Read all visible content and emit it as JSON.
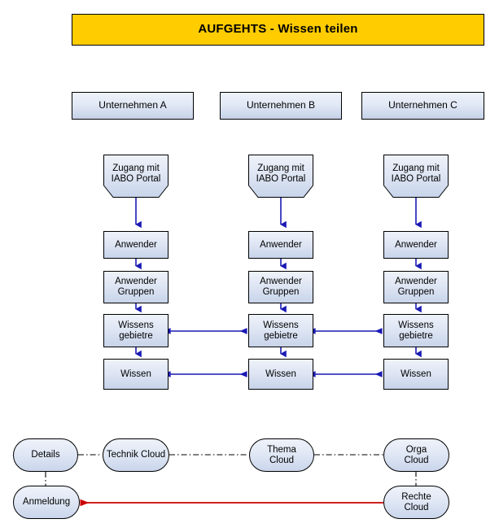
{
  "title": {
    "text": "AUFGEHTS - Wissen teilen",
    "background": "#FFCC00",
    "border": "#000000",
    "text_color": "#000000"
  },
  "colors": {
    "node_fill_light": "#EEF2FA",
    "node_fill_dark": "#C8D4EA",
    "node_border": "#000000",
    "flow_arrow": "#1A1AB4",
    "share_arrow": "#1A1AB4",
    "red_arrow": "#CC0000",
    "dashdot_line": "#000000",
    "canvas": "#FFFFFF"
  },
  "companies": [
    {
      "id": "company-a",
      "label": "Unternehmen A"
    },
    {
      "id": "company-b",
      "label": "Unternehmen B"
    },
    {
      "id": "company-c",
      "label": "Unternehmen C"
    }
  ],
  "columns": [
    {
      "id": "column-a",
      "company": "Unternehmen A",
      "nodes": [
        {
          "id": "zugang-a",
          "label": "Zugang mit\nIABO Portal",
          "shape": "chamfered"
        },
        {
          "id": "anwender-a",
          "label": "Anwender",
          "shape": "rect"
        },
        {
          "id": "anwender-gruppen-a",
          "label": "Anwender\nGruppen",
          "shape": "rect"
        },
        {
          "id": "wissensgebietre-a",
          "label": "Wissens\ngebietre",
          "shape": "rect"
        },
        {
          "id": "wissen-a",
          "label": "Wissen",
          "shape": "rect"
        }
      ]
    },
    {
      "id": "column-b",
      "company": "Unternehmen B",
      "nodes": [
        {
          "id": "zugang-b",
          "label": "Zugang mit\nIABO Portal",
          "shape": "chamfered"
        },
        {
          "id": "anwender-b",
          "label": "Anwender",
          "shape": "rect"
        },
        {
          "id": "anwender-gruppen-b",
          "label": "Anwender\nGruppen",
          "shape": "rect"
        },
        {
          "id": "wissensgebietre-b",
          "label": "Wissens\ngebietre",
          "shape": "rect"
        },
        {
          "id": "wissen-b",
          "label": "Wissen",
          "shape": "rect"
        }
      ]
    },
    {
      "id": "column-c",
      "company": "Unternehmen C",
      "nodes": [
        {
          "id": "zugang-c",
          "label": "Zugang mit\nIABO Portal",
          "shape": "chamfered"
        },
        {
          "id": "anwender-c",
          "label": "Anwender",
          "shape": "rect"
        },
        {
          "id": "anwender-gruppen-c",
          "label": "Anwender\nGruppen",
          "shape": "rect"
        },
        {
          "id": "wissensgebietre-c",
          "label": "Wissens\ngebietre",
          "shape": "rect"
        },
        {
          "id": "wissen-c",
          "label": "Wissen",
          "shape": "rect"
        }
      ]
    }
  ],
  "clouds": [
    {
      "id": "details",
      "label": "Details"
    },
    {
      "id": "technik-cloud",
      "label": "Technik Cloud"
    },
    {
      "id": "thema-cloud",
      "label": "Thema\nCloud"
    },
    {
      "id": "orga-cloud",
      "label": "Orga\nCloud"
    },
    {
      "id": "anmeldung",
      "label": "Anmeldung"
    },
    {
      "id": "rechte-cloud",
      "label": "Rechte\nCloud"
    }
  ],
  "connections": {
    "vertical_flow": "blue-arrow-down",
    "cross_column_share": "blue-double-arrow",
    "cloud_links": "black-dash-dot",
    "rights_link": "red-arrow-left"
  }
}
